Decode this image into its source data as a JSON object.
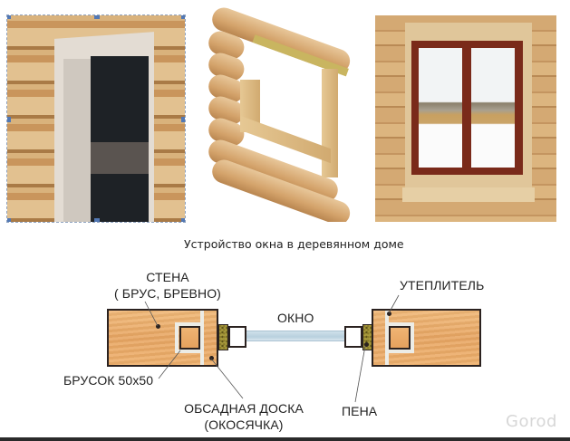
{
  "caption": "Устройство окна в деревянном доме",
  "photos": [
    {
      "id": "photo1",
      "subject": "log wall with window opening and casing board"
    },
    {
      "id": "photo2",
      "subject": "3D model of log wall opening with frame"
    },
    {
      "id": "photo3",
      "subject": "installed brown double-pane window in log house interior"
    }
  ],
  "diagram": {
    "labels": {
      "wall_line1": "СТЕНА",
      "wall_line2": "( БРУС, БРЕВНО)",
      "window": "ОКНО",
      "insulation": "УТЕПЛИТЕЛЬ",
      "batten": "БРУСОК 50x50",
      "casing_line1": "ОБСАДНАЯ ДОСКА",
      "casing_line2": "(ОКОСЯЧКА)",
      "foam": "ПЕНА"
    },
    "colors": {
      "wood": "#e8a663",
      "outline": "#2b2220",
      "foam": "#a79a3c",
      "glass": "#c4d8e4",
      "gap": "#ecece6"
    }
  },
  "watermark": "Gorod"
}
